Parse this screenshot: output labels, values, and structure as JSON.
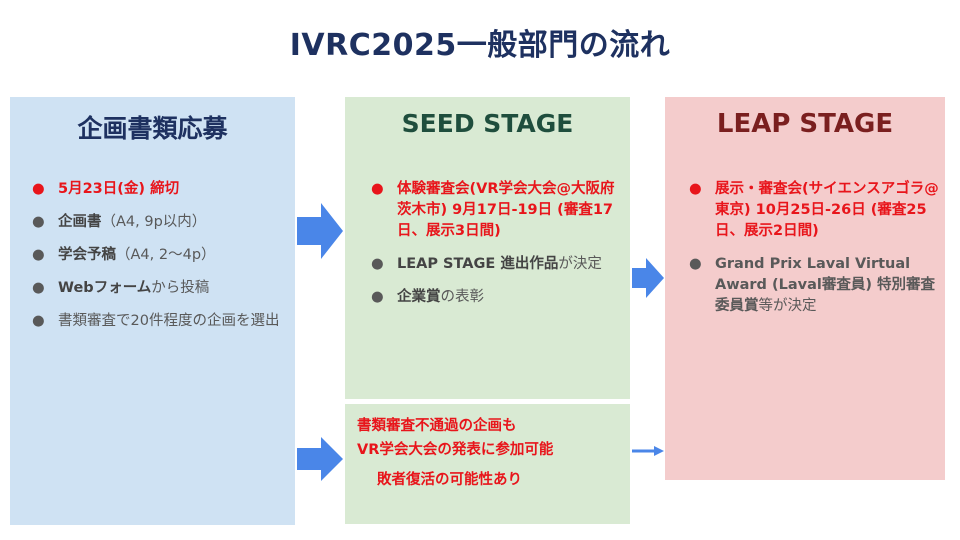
{
  "title": "IVRC2025一般部門の流れ",
  "panels": {
    "application": {
      "heading": "企画書類応募",
      "items": [
        {
          "bullet": "●",
          "bold": "5月23日(金) 締切",
          "rest": ""
        },
        {
          "bullet": "●",
          "bold": "企画書",
          "rest": "（A4, 9p以内）"
        },
        {
          "bullet": "●",
          "bold": "学会予稿",
          "rest": "（A4, 2〜4p）"
        },
        {
          "bullet": "●",
          "bold": "Webフォーム",
          "rest": "から投稿"
        },
        {
          "bullet": "●",
          "bold": "",
          "rest": "書類審査で20件程度の企画を選出"
        }
      ]
    },
    "seed": {
      "heading": "SEED STAGE",
      "items": [
        {
          "bullet": "●",
          "bold": "体験審査会(VR学会大会@大阪府茨木市) 9月17日-19日 (審査17日、展示3日間)",
          "rest": ""
        },
        {
          "bullet": "●",
          "bold": "LEAP STAGE 進出作品",
          "rest": "が決定"
        },
        {
          "bullet": "●",
          "bold": "企業賞",
          "rest": "の表彰"
        }
      ]
    },
    "revival": {
      "line1": "書類審査不通過の企画も",
      "line2": "VR学会大会の発表に参加可能",
      "line3": "敗者復活の可能性あり"
    },
    "leap": {
      "heading": "LEAP STAGE",
      "items": [
        {
          "bullet": "●",
          "bold": "展示・審査会(サイエンスアゴラ@東京) 10月25日-26日 (審査25日、展示2日間)",
          "rest": ""
        },
        {
          "bullet": "●",
          "bold": "Grand Prix Laval Virtual Award (Laval審査員) 特別審査委員賞",
          "rest": "等が決定"
        }
      ]
    }
  },
  "colors": {
    "title": "#1e3160",
    "blue_panel": "#cfe2f3",
    "green_panel": "#d9ead3",
    "red_panel": "#f4cccc",
    "arrow": "#4a86e8",
    "accent_red": "#e8151b"
  },
  "icons": [
    "right-arrow-icon"
  ]
}
